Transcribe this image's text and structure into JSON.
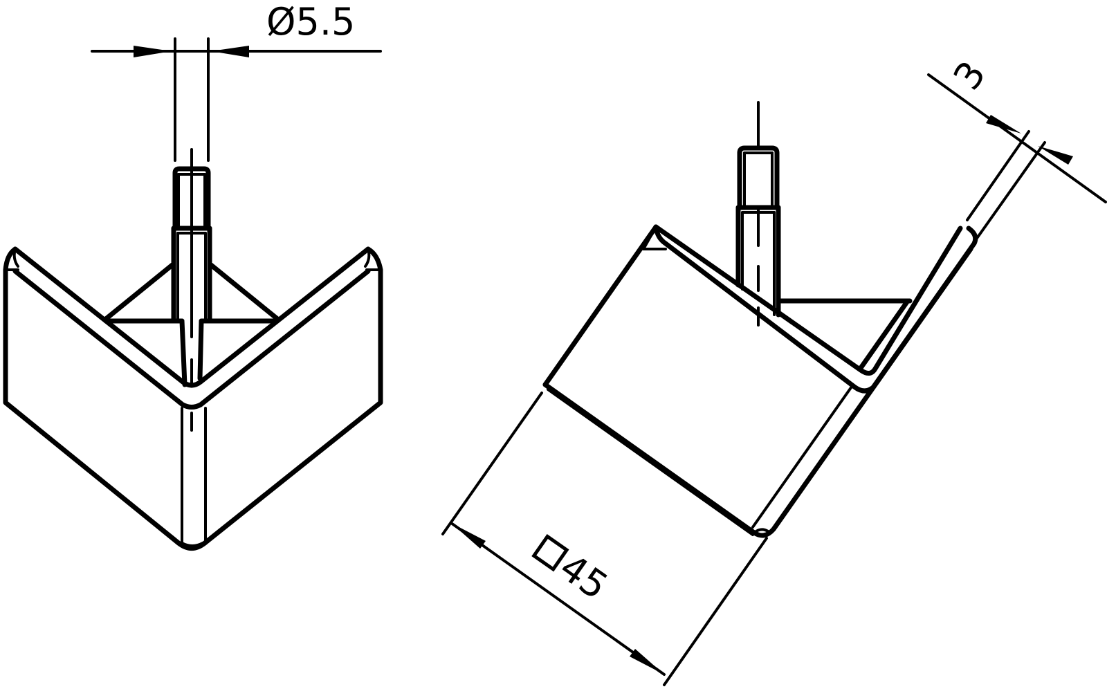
{
  "drawing": {
    "type": "technical-drawing",
    "background": "#ffffff",
    "line_color": "#000000",
    "views": [
      {
        "name": "front-view",
        "description": "V-shaped angle bracket with threaded stud, front view"
      },
      {
        "name": "isometric-view",
        "description": "Angle bracket with stud, rotated view"
      }
    ],
    "dimensions": {
      "stud_diameter": {
        "symbol": "Ø",
        "value": "5.5",
        "label": "Ø5.5"
      },
      "thickness": {
        "value": "3",
        "label": "3"
      },
      "square_size": {
        "symbol": "□",
        "value": "45",
        "label": "45"
      }
    }
  }
}
